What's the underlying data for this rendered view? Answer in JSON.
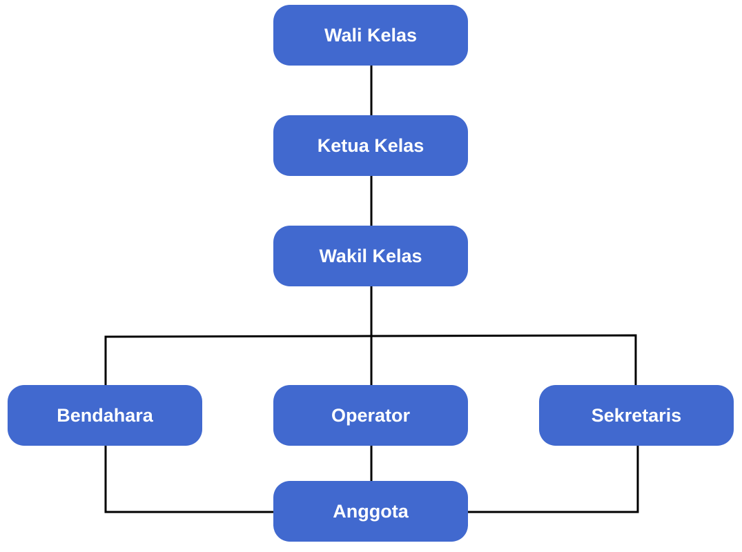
{
  "org_chart": {
    "nodes": {
      "wali_kelas": "Wali Kelas",
      "ketua_kelas": "Ketua Kelas",
      "wakil_kelas": "Wakil Kelas",
      "bendahara": "Bendahara",
      "operator": "Operator",
      "sekretaris": "Sekretaris",
      "anggota": "Anggota"
    }
  },
  "colors": {
    "node_fill": "#4169cf",
    "node_text": "#ffffff",
    "connector": "#000000"
  }
}
